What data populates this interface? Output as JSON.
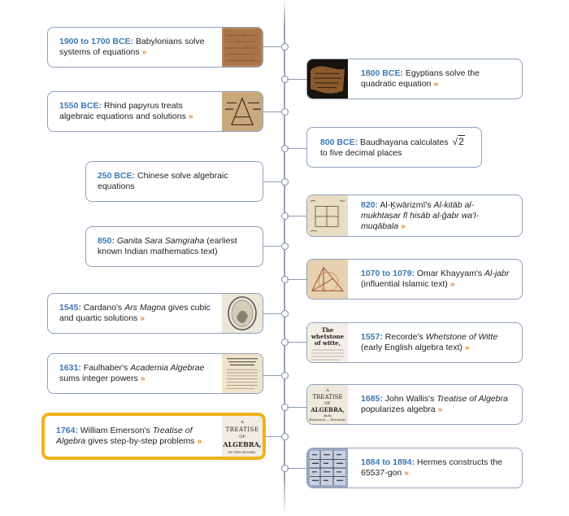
{
  "events": [
    {
      "id": "babylonians",
      "year": "1900 to 1700 BCE:",
      "text": " Babylonians solve systems of equations ",
      "icon": "clay-tablet-icon"
    },
    {
      "id": "egyptians",
      "year": "1800 BCE:",
      "text": " Egyptians solve the quadratic equation ",
      "icon": "papyrus-fragment-icon"
    },
    {
      "id": "rhind",
      "year": "1550 BCE:",
      "text": " Rhind papyrus treats algebraic equations and solutions ",
      "icon": "rhind-papyrus-icon"
    },
    {
      "id": "baudhayana",
      "year": "800 BCE:",
      "text": " Baudhayana calculates",
      "sqrt_radicand": "2",
      "text2": " to five decimal places"
    },
    {
      "id": "chinese",
      "year": "250 BCE:",
      "text": " Chinese solve algebraic equations"
    },
    {
      "id": "khwarizmi",
      "year": "820:",
      "text": " Al-Ḵwārizmī's ",
      "italic": "Al-kitāb al-mukhtaṣar fī ḥisāb al-ğabr wa'l-muqābala",
      "text2": " ",
      "icon": "manuscript-diagram-icon"
    },
    {
      "id": "ganita",
      "year": "850:",
      "text": " ",
      "italic": "Ganita Sara Samgraha",
      "text2": " (earliest known Indian mathematics text)"
    },
    {
      "id": "khayyam",
      "year": "1070 to 1079:",
      "text": " Omar Khayyam's ",
      "italic": "Al-jabr",
      "text2": "  (influential Islamic text) ",
      "icon": "geometric-figure-icon"
    },
    {
      "id": "cardano",
      "year": "1545:",
      "text": " Cardano's ",
      "italic": "Ars Magna",
      "text2": " gives cubic and quartic solutions ",
      "icon": "portrait-medallion-icon"
    },
    {
      "id": "recorde",
      "year": "1557:",
      "text": " Recorde's ",
      "italic": "Whetstone of Witte",
      "text2": " (early English algebra text) ",
      "icon": "book-title-page-icon"
    },
    {
      "id": "faulhaber",
      "year": "1631:",
      "text": " Faulhaber's ",
      "italic": "Academia Algebrae",
      "text2": " sums integer powers ",
      "icon": "printed-page-icon"
    },
    {
      "id": "wallis",
      "year": "1685:",
      "text": " John Wallis's ",
      "italic": "Treatise of Algebra",
      "text2": " popularizes algebra ",
      "icon": "treatise-title-page-icon"
    },
    {
      "id": "emerson",
      "year": "1764:",
      "text": " William Emerson's ",
      "italic": "Treatise of Algebra",
      "text2": " gives step-by-step problems ",
      "icon": "treatise-cover-icon"
    },
    {
      "id": "hermes",
      "year": "1884 to 1894:",
      "text": " Hermes constructs the 65537-gon ",
      "icon": "handwritten-table-icon"
    }
  ],
  "arrow_glyph": "»",
  "thumb_text": {
    "wallis": [
      "A",
      "TREATISE",
      "OF",
      "ALGEBRA,",
      "Both",
      "Historical — Practical."
    ],
    "emerson": [
      "A",
      "TREATISE",
      "OF",
      "ALGEBRA,",
      "IN TWO BOOKS."
    ],
    "recorde": [
      "The whetstone",
      "of witte,"
    ]
  },
  "colors": {
    "year": "#3b78b4",
    "arrow": "#e8841f",
    "highlight": "#f1b21c",
    "border": "#8fa0bd"
  }
}
